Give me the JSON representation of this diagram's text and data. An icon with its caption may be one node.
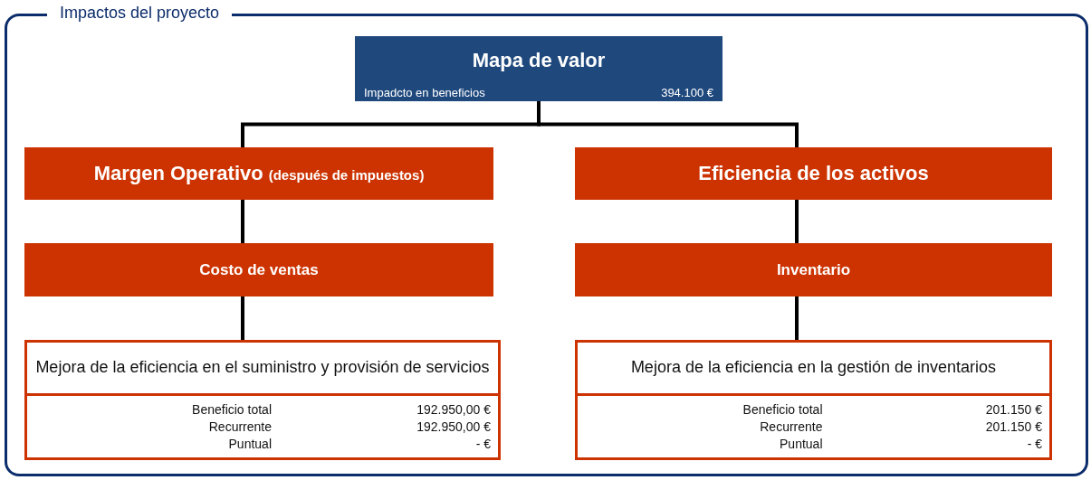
{
  "diagram": {
    "nodes": [
      {
        "text": [
          "Impactos del proyecto"
        ]
      },
      {
        "text": [
          "Mapa de valor",
          "Impadcto en beneficios",
          "394.100 €"
        ],
        "in": 0
      },
      {
        "text": [
          "Margen Operativo",
          "(después de impuestos)"
        ],
        "in": 0
      },
      {
        "text": [
          "Eficiencia de los activos"
        ],
        "in": 0
      },
      {
        "text": [
          "Costo de ventas"
        ],
        "in": 0
      },
      {
        "text": [
          "Inventario"
        ],
        "in": 0
      },
      {
        "text": [
          "Mejora de la eficiencia en el suministro y provisión de servicios",
          "Beneficio total",
          "192.950,00 €",
          "Recurrente",
          "192.950,00 €",
          "Puntual",
          "- €"
        ],
        "in": 0
      },
      {
        "text": [
          "Mejora de la eficiencia en la gestión de inventarios",
          "Beneficio total",
          "201.150 €",
          "Recurrente",
          "201.150 €",
          "Puntual",
          "- €"
        ],
        "in": 0
      }
    ],
    "edges": [
      {
        "from": 1,
        "to": 2,
        "arrow": "none"
      },
      {
        "from": 1,
        "to": 3,
        "arrow": "none"
      },
      {
        "from": 2,
        "to": 4,
        "arrow": "none"
      },
      {
        "from": 3,
        "to": 5,
        "arrow": "none"
      },
      {
        "from": 4,
        "to": 6,
        "arrow": "none"
      },
      {
        "from": 5,
        "to": 7,
        "arrow": "none"
      }
    ]
  }
}
